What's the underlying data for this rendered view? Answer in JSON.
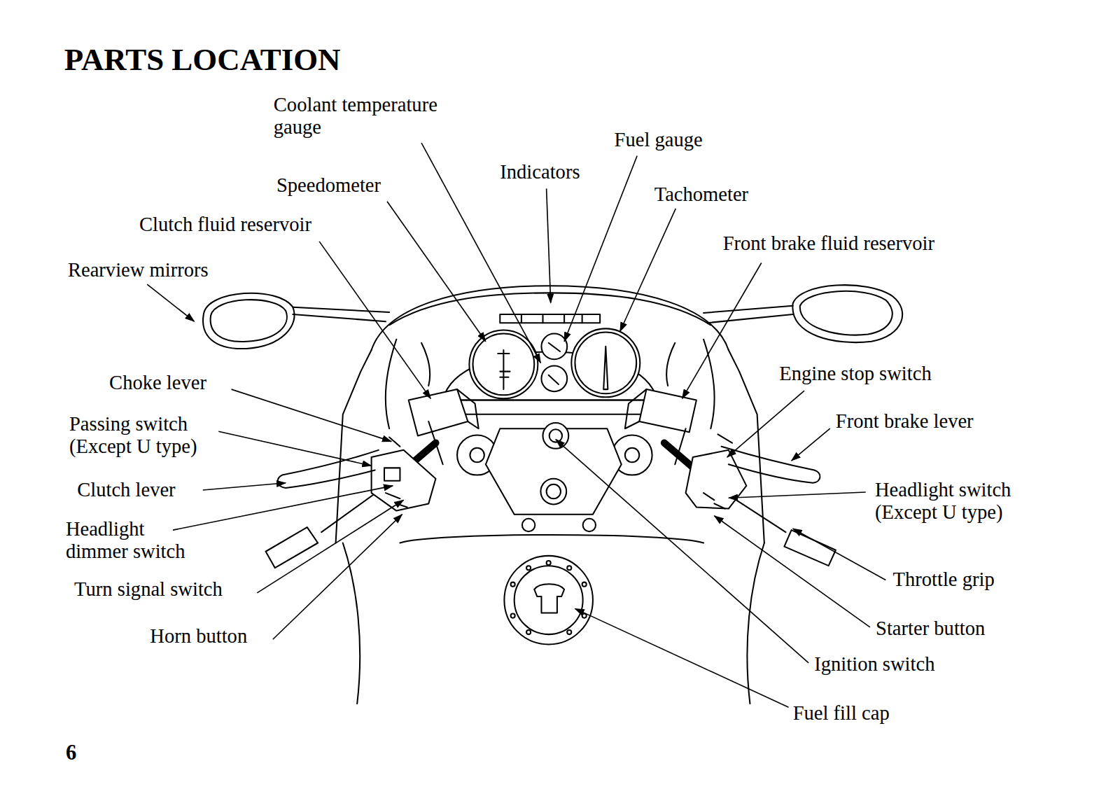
{
  "diagram": {
    "title": "PARTS LOCATION",
    "labels": [
      "Coolant temperature gauge",
      "Fuel gauge",
      "Indicators",
      "Speedometer",
      "Tachometer",
      "Clutch fluid reservoir",
      "Front brake fluid reservoir",
      "Rearview mirrors",
      "Choke lever",
      "Engine stop switch",
      "Passing switch (Except U type)",
      "Front brake lever",
      "Clutch lever",
      "Headlight switch (Except U type)",
      "Headlight dimmer switch",
      "Turn signal switch",
      "Throttle grip",
      "Horn button",
      "Starter button",
      "Ignition switch",
      "Fuel fill cap",
      "6"
    ]
  }
}
